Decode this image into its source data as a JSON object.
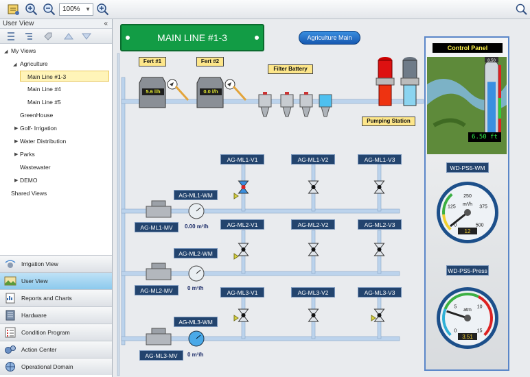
{
  "toolbar": {
    "zoom": "100%"
  },
  "left_panel": {
    "header": "User View",
    "collapse_glyph": "«",
    "tree": {
      "root": "My Views",
      "group": "Agriculture",
      "selected": "Main Line #1-3",
      "items": [
        "Main Line #4",
        "Main Line #5"
      ],
      "others": [
        "GreenHouse",
        "Golf- Irrigation",
        "Water Distribution",
        "Parks",
        "Wastewater",
        "DEMO"
      ],
      "shared": "Shared Views"
    },
    "nav": [
      "Irrigation View",
      "User View",
      "Reports and Charts",
      "Hardware",
      "Condition Program",
      "Action Center",
      "Operational Domain"
    ]
  },
  "diagram": {
    "title": "MAIN LINE #1-3",
    "agri_button": "Agriculture Main",
    "fert1": {
      "label": "Fert #1",
      "rate": "5.6 l/h"
    },
    "fert2": {
      "label": "Fert #2",
      "rate": "0.0 l/h"
    },
    "filter_battery": "Filter Battery",
    "pumping_station": "Pumping Station",
    "lines": [
      {
        "mv": "AG-ML1-MV",
        "wm": "AG-ML1-WM",
        "flow": "0.00 m³/h",
        "valves": [
          "AG-ML1-V1",
          "AG-ML1-V2",
          "AG-ML1-V3"
        ]
      },
      {
        "mv": "AG-ML2-MV",
        "wm": "AG-ML2-WM",
        "flow": "0 m³/h",
        "valves": [
          "AG-ML2-V1",
          "AG-ML2-V2",
          "AG-ML2-V3"
        ]
      },
      {
        "mv": "AG-ML3-MV",
        "wm": "AG-ML3-WM",
        "flow": "0 m³/h",
        "valves": [
          "AG-ML3-V1",
          "AG-ML3-V2",
          "AG-ML3-V3"
        ]
      }
    ],
    "control_panel": {
      "title": "Control Panel",
      "tank_top": "8.50",
      "level": "6.50 ft",
      "gauge1": {
        "label": "WD-PS5-WM",
        "unit": "m³/h",
        "readout": "12",
        "ticks": [
          "0",
          "125",
          "250",
          "375",
          "500"
        ]
      },
      "gauge2": {
        "label": "WD-PS5-Press",
        "unit": "atm",
        "readout": "3.51",
        "ticks": [
          "0",
          "5",
          "10",
          "15"
        ]
      }
    }
  },
  "colors": {
    "pipe": "#bcd3ec",
    "label_bg": "#23446e",
    "banner": "#129c45",
    "accent": "#3a8fe0"
  }
}
